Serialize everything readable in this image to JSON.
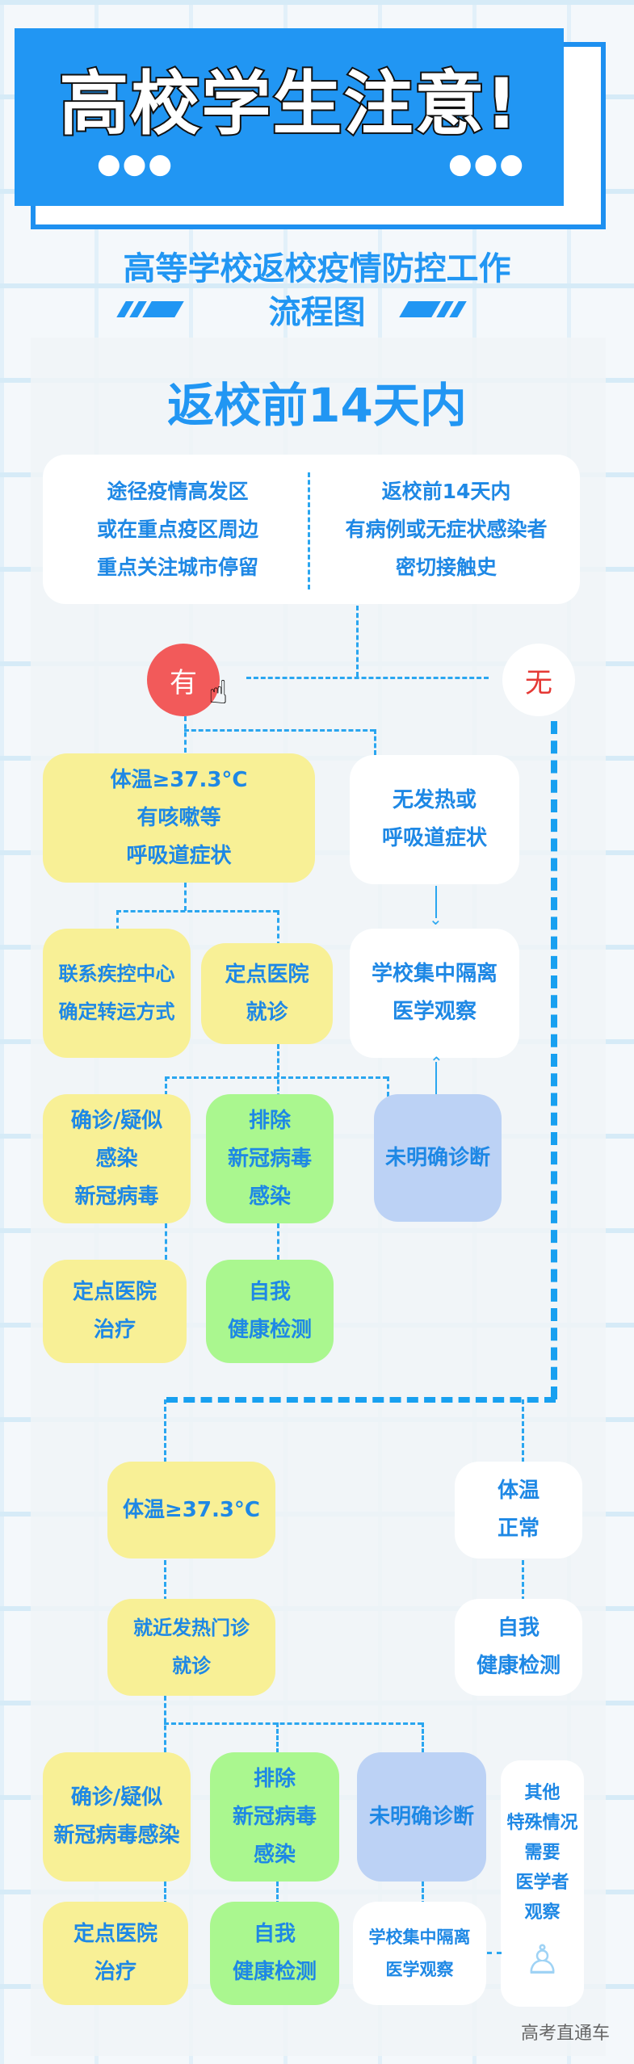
{
  "header": {
    "title": "高校学生注意!",
    "dots_left": "●●●",
    "dots_right": "●●●",
    "subtitle_line1": "高等学校返校疫情防控工作",
    "subtitle_line2": "流程图"
  },
  "section": {
    "title": "返校前14天内"
  },
  "criteria": {
    "left": [
      "途径疫情高发区",
      "或在重点疫区周边",
      "重点关注城市停留"
    ],
    "right": [
      "返校前14天内",
      "有病例或无症状感染者",
      "密切接触史"
    ]
  },
  "decision": {
    "yes": "有",
    "no": "无",
    "yes_color": "#f25a5a",
    "no_color": "#e53935"
  },
  "flow_yes": {
    "fever": [
      "体温≥37.3°C",
      "有咳嗽等",
      "呼吸道症状"
    ],
    "no_fever": [
      "无发热或",
      "呼吸道症状"
    ],
    "contact_cdc": [
      "联系疾控中心",
      "确定转运方式"
    ],
    "designated_hospital": [
      "定点医院",
      "就诊"
    ],
    "isolation": [
      "学校集中隔离",
      "医学观察"
    ],
    "confirmed": [
      "确诊/疑似",
      "感染",
      "新冠病毒"
    ],
    "excluded": [
      "排除",
      "新冠病毒",
      "感染"
    ],
    "undiagnosed": [
      "未明确诊断"
    ],
    "treatment": [
      "定点医院",
      "治疗"
    ],
    "self_monitor": [
      "自我",
      "健康检测"
    ]
  },
  "flow_no": {
    "fever": [
      "体温≥37.3°C"
    ],
    "normal_temp": [
      "体温",
      "正常"
    ],
    "fever_clinic": [
      "就近发热门诊",
      "就诊"
    ],
    "self_monitor_right": [
      "自我",
      "健康检测"
    ],
    "confirmed": [
      "确诊/疑似",
      "新冠病毒感染"
    ],
    "excluded": [
      "排除",
      "新冠病毒",
      "感染"
    ],
    "undiagnosed": [
      "未明确诊断"
    ],
    "special": [
      "其他",
      "特殊情况",
      "需要",
      "医学者",
      "观察"
    ],
    "treatment": [
      "定点医院",
      "治疗"
    ],
    "self_monitor": [
      "自我",
      "健康检测"
    ],
    "isolation": [
      "学校集中隔离",
      "医学观察"
    ]
  },
  "footer": {
    "source": "高考直通车"
  },
  "colors": {
    "accent": "#2196f3",
    "yellow_box": "#f8f096",
    "green_box": "#aaf78f",
    "blue_box": "#bcd2f5"
  }
}
